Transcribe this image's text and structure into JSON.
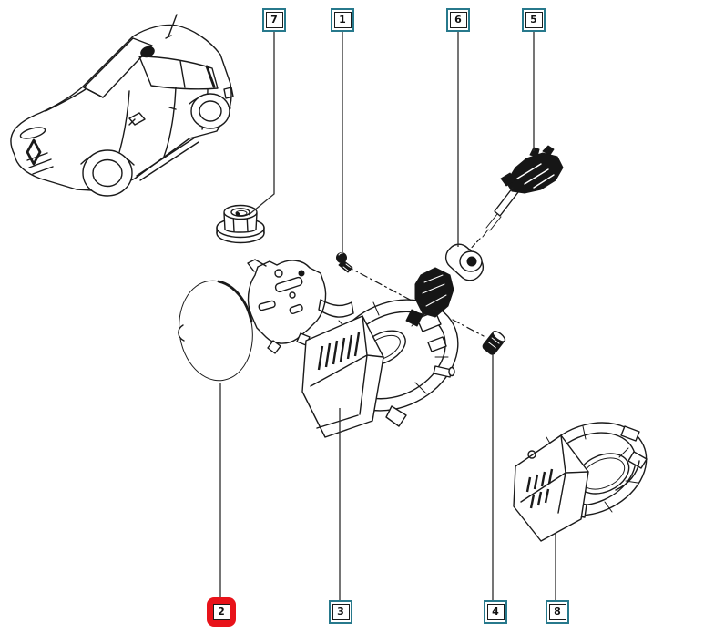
{
  "diagram": {
    "type": "exploded-parts-diagram",
    "style": "black-and-white line art"
  },
  "callouts": [
    {
      "label": "7",
      "part": "flange-nut",
      "highlighted": false
    },
    {
      "label": "1",
      "part": "screw",
      "highlighted": false
    },
    {
      "label": "6",
      "part": "latch-actuator",
      "highlighted": false
    },
    {
      "label": "5",
      "part": "release-cable-mechanism",
      "highlighted": false
    },
    {
      "label": "2",
      "part": "fuel-filler-flap",
      "highlighted": true
    },
    {
      "label": "3",
      "part": "filler-flap-housing",
      "highlighted": false
    },
    {
      "label": "4",
      "part": "plug",
      "highlighted": false
    },
    {
      "label": "8",
      "part": "filler-flap-housing-variant",
      "highlighted": false
    }
  ],
  "car": {
    "marker": "fuel-flap-location-dot"
  },
  "colors": {
    "callout_border": "#27798c",
    "highlight": "#e8131a",
    "line_art": "#1a1a1a",
    "part_dark": "#161616",
    "background": "#ffffff"
  }
}
